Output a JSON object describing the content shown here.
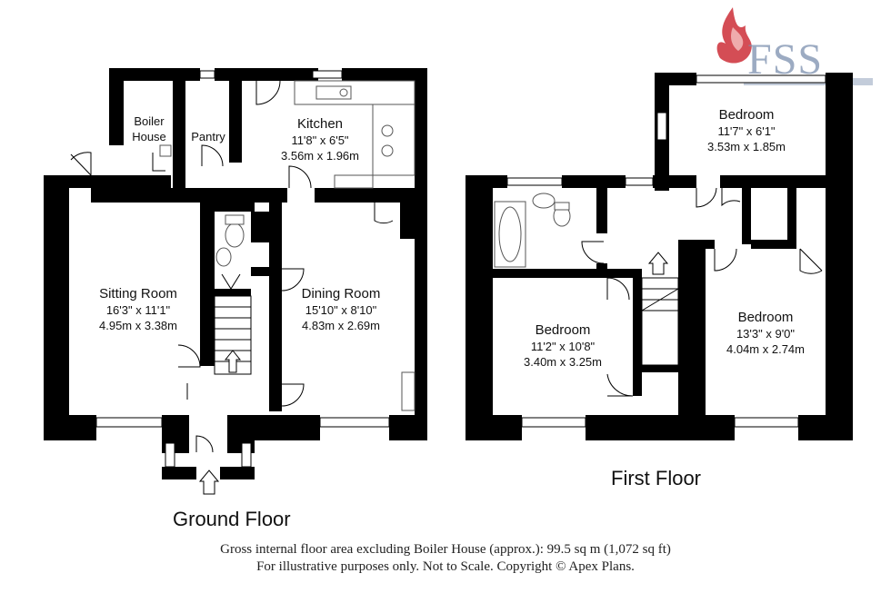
{
  "logo": {
    "text": "FSS",
    "accent_color": "#c9202a",
    "text_color": "#7b8fae"
  },
  "ground_floor": {
    "title": "Ground Floor",
    "rooms": [
      {
        "key": "boiler",
        "name": "Boiler\nHouse",
        "imperial": "",
        "metric": ""
      },
      {
        "key": "pantry",
        "name": "Pantry",
        "imperial": "",
        "metric": ""
      },
      {
        "key": "kitchen",
        "name": "Kitchen",
        "imperial": "11'8\" x 6'5\"",
        "metric": "3.56m x 1.96m"
      },
      {
        "key": "sitting",
        "name": "Sitting Room",
        "imperial": "16'3\" x 11'1\"",
        "metric": "4.95m x 3.38m"
      },
      {
        "key": "dining",
        "name": "Dining Room",
        "imperial": "15'10\" x 8'10\"",
        "metric": "4.83m x 2.69m"
      }
    ]
  },
  "first_floor": {
    "title": "First Floor",
    "rooms": [
      {
        "key": "bed1",
        "name": "Bedroom",
        "imperial": "11'7\" x 6'1\"",
        "metric": "3.53m x 1.85m"
      },
      {
        "key": "bed2",
        "name": "Bedroom",
        "imperial": "11'2\" x 10'8\"",
        "metric": "3.40m x 3.25m"
      },
      {
        "key": "bed3",
        "name": "Bedroom",
        "imperial": "13'3\" x 9'0\"",
        "metric": "4.04m x 2.74m"
      }
    ]
  },
  "footer": {
    "line1": "Gross internal floor area excluding Boiler House (approx.): 99.5 sq m (1,072 sq ft)",
    "line2": "For illustrative purposes only. Not to Scale. Copyright © Apex Plans."
  },
  "colors": {
    "wall": "#000000",
    "fixture": "#555555",
    "background": "#ffffff"
  }
}
